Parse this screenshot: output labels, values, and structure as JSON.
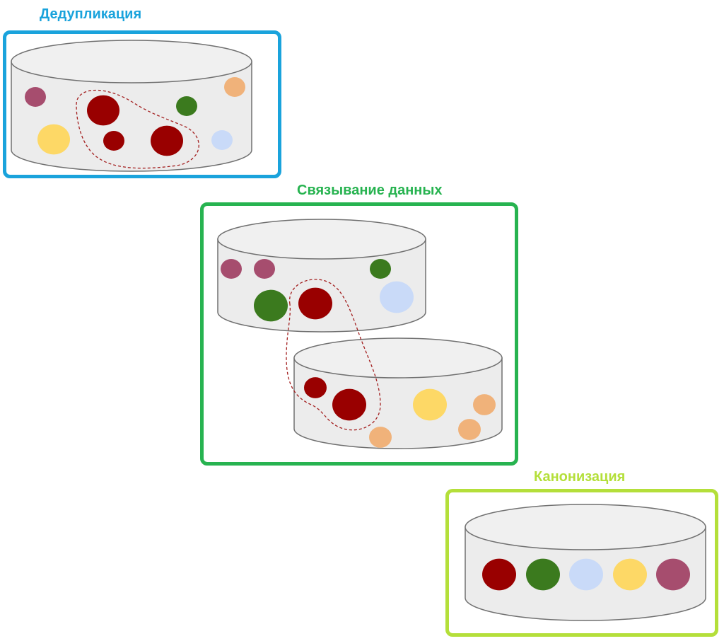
{
  "colors": {
    "dedup_accent": "#1aa3dc",
    "linkage_accent": "#27b350",
    "canon_accent": "#b4df3a",
    "cylinder_fill": "#ececec",
    "cylinder_top_fill": "#f0f0f0",
    "cylinder_stroke": "#707070",
    "cluster_outline": "#a31f1f",
    "dot_dark_red": "#990000",
    "dot_green": "#3b7a1e",
    "dot_purple": "#a64d6e",
    "dot_orange": "#f0b27a",
    "dot_yellow": "#fdd866",
    "dot_light_blue": "#c9daf8"
  },
  "panels": {
    "dedup": {
      "title": "Дедупликация"
    },
    "linkage": {
      "title": "Связывание данных"
    },
    "canon": {
      "title": "Канонизация"
    }
  }
}
